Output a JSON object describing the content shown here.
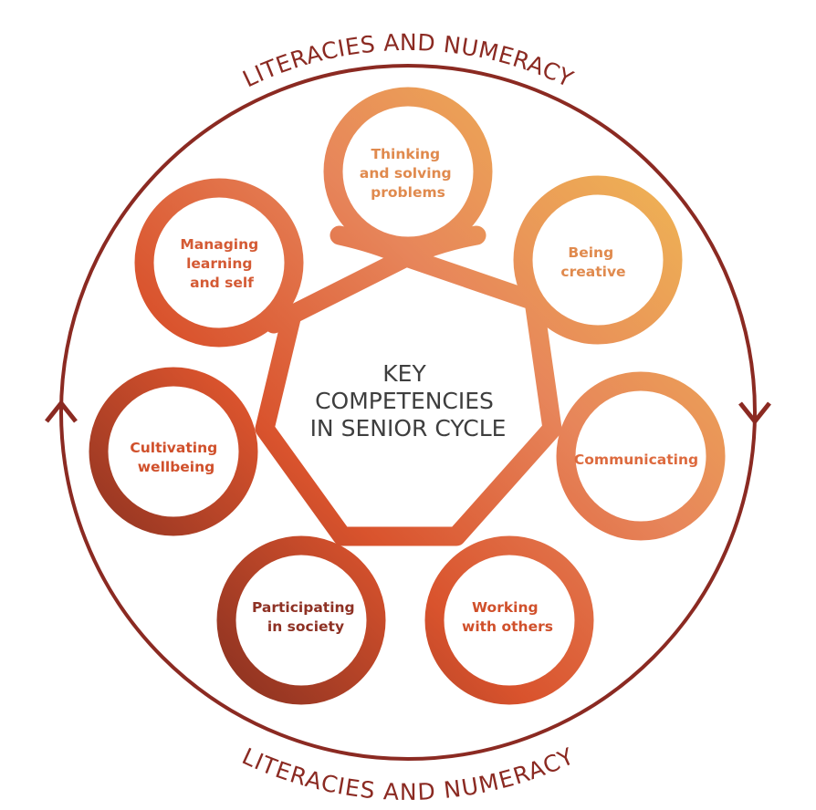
{
  "ring": {
    "top_label": "LITERACIES AND NUMERACY",
    "bottom_label": "LITERACIES AND NUMERACY"
  },
  "center": {
    "title_lines": [
      "KEY",
      "COMPETENCIES",
      "IN SENIOR CYCLE"
    ]
  },
  "competencies": [
    {
      "lines": [
        "Thinking",
        "and solving",
        "problems"
      ],
      "color": "#e08a4e"
    },
    {
      "lines": [
        "Being",
        "creative"
      ],
      "color": "#e08a4e"
    },
    {
      "lines": [
        "Communicating"
      ],
      "color": "#dd6a3e"
    },
    {
      "lines": [
        "Working",
        "with others"
      ],
      "color": "#d0502b"
    },
    {
      "lines": [
        "Participating",
        "in society"
      ],
      "color": "#8e3124"
    },
    {
      "lines": [
        "Cultivating",
        "wellbeing"
      ],
      "color": "#d0502b"
    },
    {
      "lines": [
        "Managing",
        "learning",
        "and self"
      ],
      "color": "#d45a34"
    }
  ],
  "colors": {
    "ring": "#8b2a22",
    "gradient_light": "#efb654",
    "gradient_mid": "#e0623a",
    "gradient_dark": "#7a2a1e"
  }
}
